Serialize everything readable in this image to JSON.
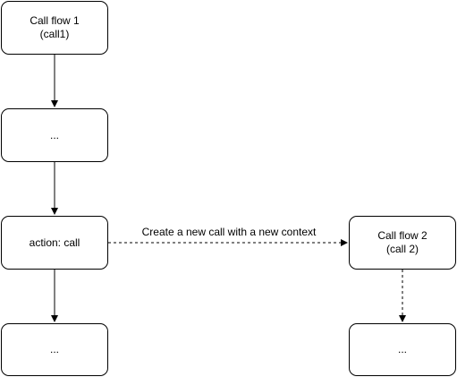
{
  "nodes": {
    "call_flow_1": {
      "line1": "Call flow 1",
      "line2": "(call1)"
    },
    "ellipsis_1": {
      "label": "..."
    },
    "action_call": {
      "label": "action: call"
    },
    "ellipsis_2": {
      "label": "..."
    },
    "call_flow_2": {
      "line1": "Call flow 2",
      "line2": "(call 2)"
    },
    "ellipsis_3": {
      "label": "..."
    }
  },
  "edges": {
    "new_call_label": "Create a new call with a new context"
  },
  "colors": {
    "stroke": "#000000",
    "background": "#ffffff"
  }
}
